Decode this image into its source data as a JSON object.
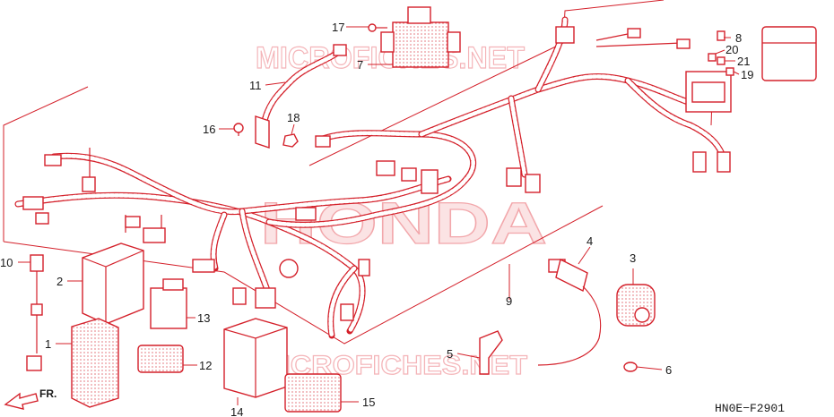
{
  "watermarks": {
    "top": "MICROFICHES.NET",
    "center": "HONDA",
    "bottom": "MICROFICHES.NET"
  },
  "direction": "FR.",
  "diagram_code": "HN0E−F2901",
  "callouts": [
    {
      "id": "c1",
      "text": "1"
    },
    {
      "id": "c2",
      "text": "2"
    },
    {
      "id": "c3",
      "text": "3"
    },
    {
      "id": "c4",
      "text": "4"
    },
    {
      "id": "c5",
      "text": "5"
    },
    {
      "id": "c6",
      "text": "6"
    },
    {
      "id": "c7",
      "text": "7"
    },
    {
      "id": "c8",
      "text": "8"
    },
    {
      "id": "c9",
      "text": "9"
    },
    {
      "id": "c10",
      "text": "10"
    },
    {
      "id": "c11",
      "text": "11"
    },
    {
      "id": "c12",
      "text": "12"
    },
    {
      "id": "c13",
      "text": "13"
    },
    {
      "id": "c14",
      "text": "14"
    },
    {
      "id": "c15",
      "text": "15"
    },
    {
      "id": "c16",
      "text": "16"
    },
    {
      "id": "c17",
      "text": "17"
    },
    {
      "id": "c18",
      "text": "18"
    },
    {
      "id": "c19",
      "text": "19"
    },
    {
      "id": "c20",
      "text": "20"
    },
    {
      "id": "c21",
      "text": "21"
    }
  ],
  "colors": {
    "line": "#d4202a",
    "watermark": "#f4b4b8",
    "text": "#1a1a1a",
    "background": "#ffffff"
  }
}
